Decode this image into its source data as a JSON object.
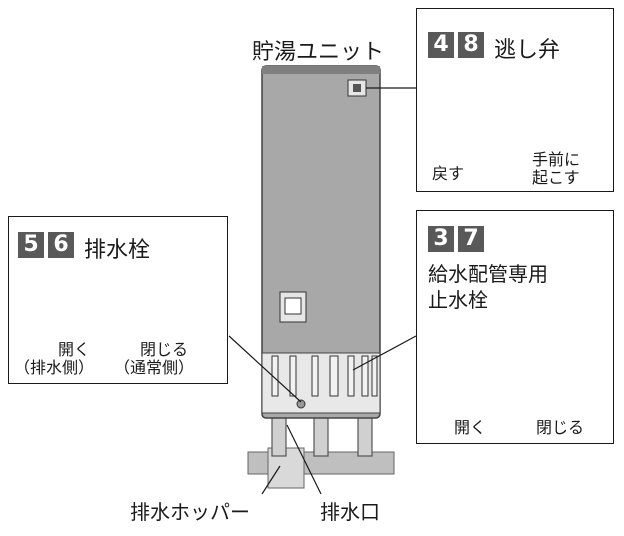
{
  "unit_label": "貯湯ユニット",
  "relief_valve": {
    "numbers": [
      "4",
      "8"
    ],
    "title": "逃し弁",
    "return_label": "戻す",
    "raise_label": "手前に",
    "raise_label_2": "起こす"
  },
  "drain_cock": {
    "numbers": [
      "5",
      "6"
    ],
    "title": "排水栓",
    "open_label": "開く",
    "open_sub": "（排水側）",
    "close_label": "閉じる",
    "close_sub": "（通常側）"
  },
  "supply_stopcock": {
    "numbers": [
      "3",
      "7"
    ],
    "title_line1": "給水配管専用",
    "title_line2": "止水栓",
    "open_label": "開く",
    "close_label": "閉じる"
  },
  "drain_hopper_label": "排水ホッパー",
  "drain_outlet_label": "排水口"
}
